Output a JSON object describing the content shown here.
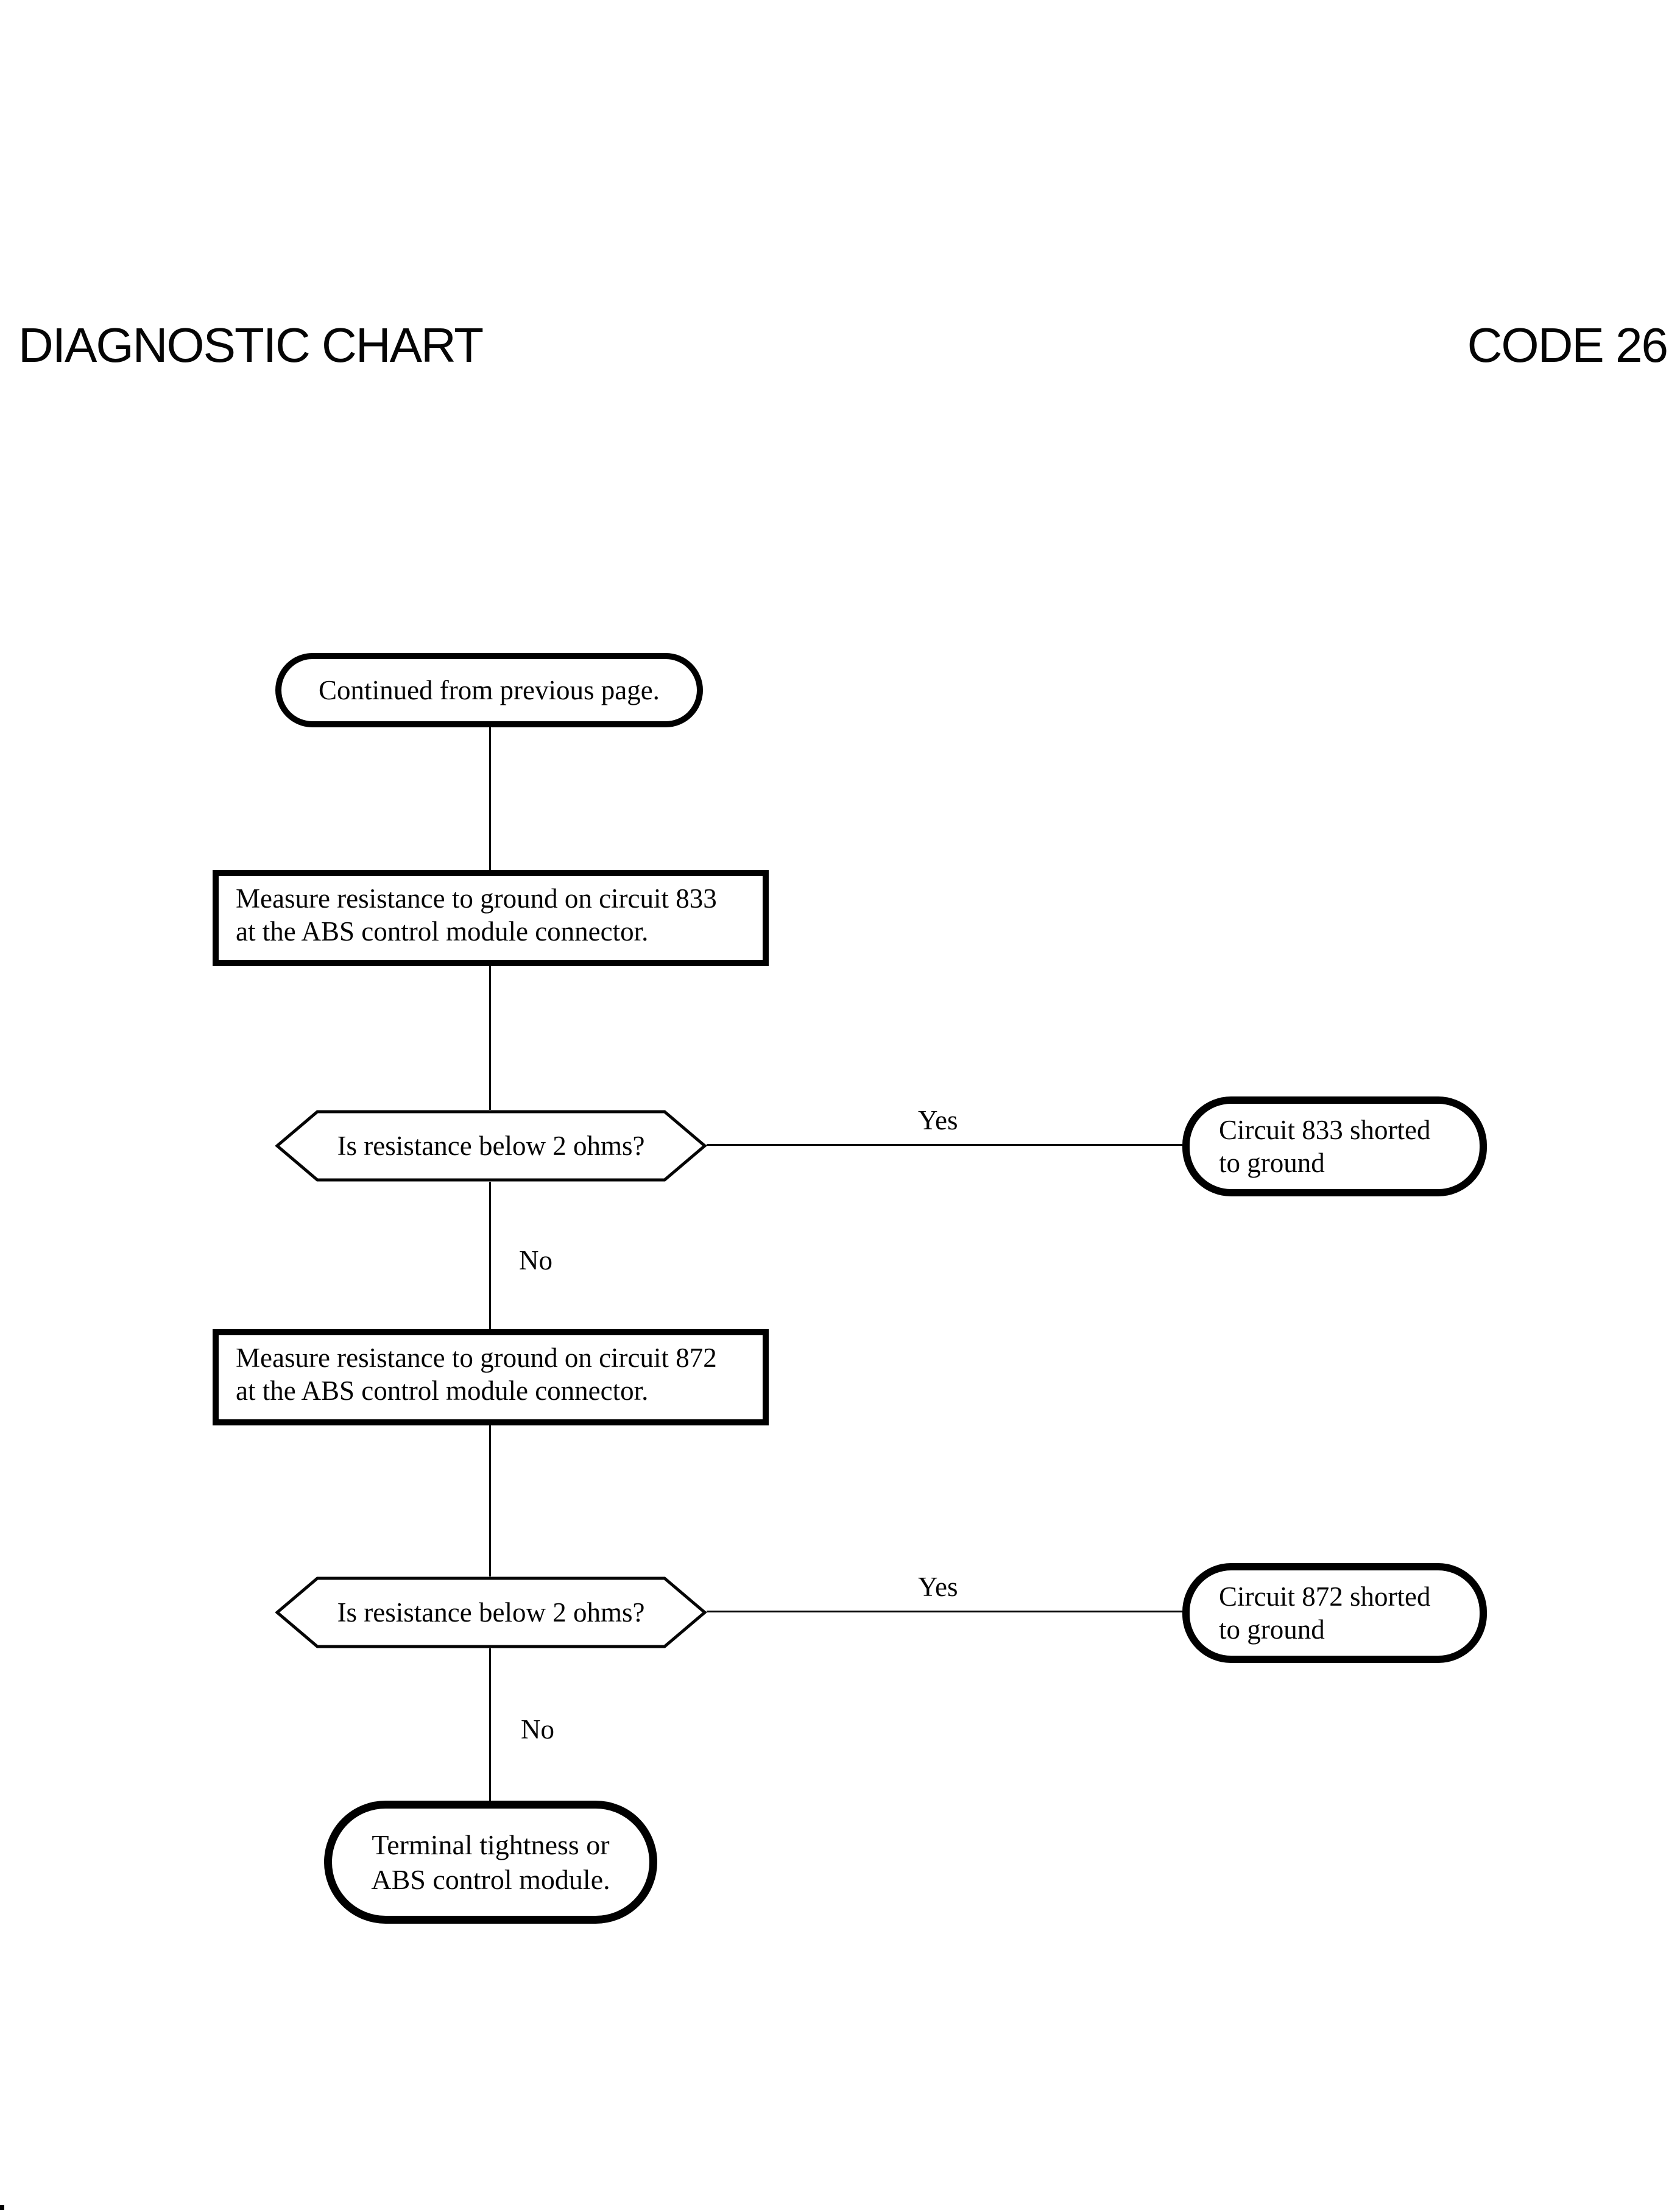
{
  "header": {
    "title": "DIAGNOSTIC CHART",
    "code": "CODE 26"
  },
  "flow": {
    "start": {
      "label": "Continued from previous page."
    },
    "process1": {
      "line1": "Measure resistance to ground on circuit 833",
      "line2": "at the ABS control module connector."
    },
    "decision1": {
      "question": "Is resistance below 2 ohms?",
      "yes_label": "Yes",
      "no_label": "No"
    },
    "result1": {
      "line1": "Circuit 833 shorted",
      "line2": "to ground"
    },
    "process2": {
      "line1": "Measure resistance to ground on circuit 872",
      "line2": "at the ABS control module connector."
    },
    "decision2": {
      "question": "Is resistance below 2 ohms?",
      "yes_label": "Yes",
      "no_label": "No"
    },
    "result2": {
      "line1": "Circuit 872 shorted",
      "line2": "to ground"
    },
    "end": {
      "line1": "Terminal tightness or",
      "line2": "ABS control module."
    }
  },
  "colors": {
    "ink": "#000000",
    "paper": "#ffffff"
  }
}
